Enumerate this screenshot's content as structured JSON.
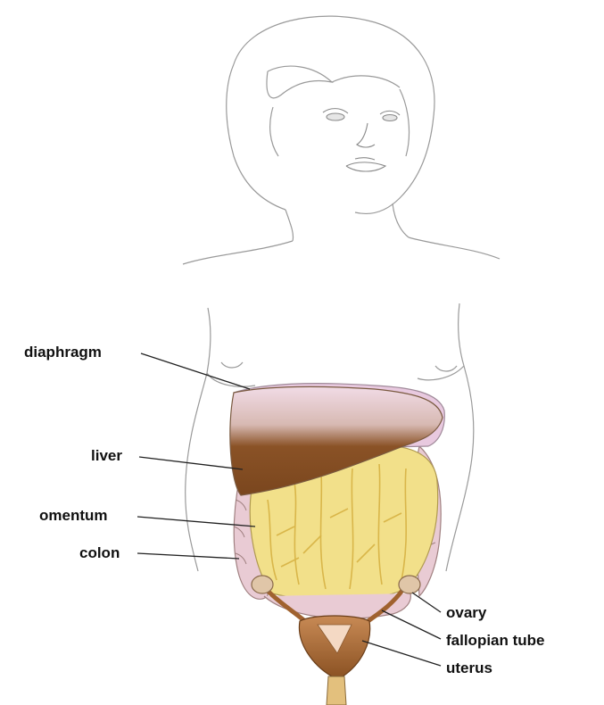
{
  "labels": {
    "diaphragm": "diaphragm",
    "liver": "liver",
    "omentum": "omentum",
    "colon": "colon",
    "ovary": "ovary",
    "fallopian_tube": "fallopian tube",
    "uterus": "uterus"
  },
  "colors": {
    "outline": "#9a9a9a",
    "diaphragm": "#e8c9df",
    "liver": "#8a5226",
    "omentum": "#f2e08a",
    "colon": "#e9cbd4",
    "uterus": "#a0622f",
    "leader_line": "#222222"
  }
}
